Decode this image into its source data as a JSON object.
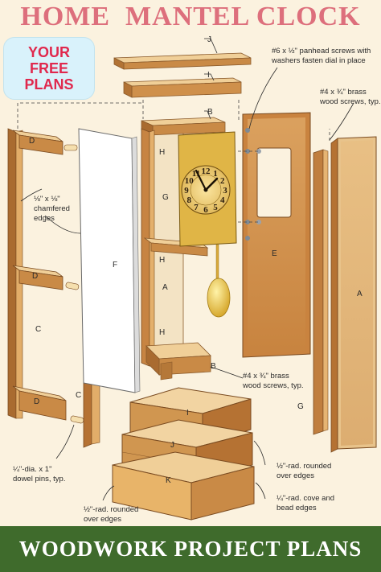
{
  "title": "HOME  MANTEL CLOCK",
  "badge": {
    "line1": "YOUR",
    "line2": "FREE",
    "line3": "PLANS"
  },
  "footer": "WOODWORK PROJECT PLANS",
  "part_labels": {
    "J_top": "J",
    "I_top": "I",
    "B_top": "B",
    "B_bottom": "B",
    "D1": "D",
    "D2": "D",
    "D3": "D",
    "C1": "C",
    "C2": "C",
    "F": "F",
    "G1": "G",
    "G2": "G",
    "H1": "H",
    "H2": "H",
    "H3": "H",
    "A_inner": "A",
    "A_right": "A",
    "E": "E",
    "I_bottom": "I",
    "J_bottom": "J",
    "K": "K"
  },
  "notes": {
    "panhead_1": "#6 x ½\" panhead screws with",
    "panhead_2": "washers fasten dial in place",
    "brass_top_1": "#4 x ¾\" brass",
    "brass_top_2": "wood screws, typ.",
    "chamfer_1": "⅛\" x ⅛\"",
    "chamfer_2": "chamfered",
    "chamfer_3": "edges",
    "brass_bot_1": "#4 x ¾\" brass",
    "brass_bot_2": "wood screws, typ.",
    "dowel_1": "¼\"-dia. x 1\"",
    "dowel_2": "dowel pins, typ.",
    "round_half_1": "½\"-rad. rounded",
    "round_half_2": "over edges",
    "cove_1": "¼\"-rad. cove and",
    "cove_2": "bead edges",
    "round_low_1": "½\"-rad. rounded",
    "round_low_2": "over edges"
  },
  "dial_numerals": [
    "12",
    "1",
    "2",
    "3",
    "4",
    "5",
    "6",
    "7",
    "8",
    "9",
    "10",
    "11"
  ],
  "colors": {
    "title": "#dd6f7c",
    "badge_text": "#e0284d",
    "badge_bg": "#d9f2fb",
    "footer_bg": "#3f6b2c",
    "wood_light": "#e6b877",
    "wood_mid": "#d59a54",
    "wood_dark": "#b07233",
    "dial_gold": "#e8c35a"
  }
}
